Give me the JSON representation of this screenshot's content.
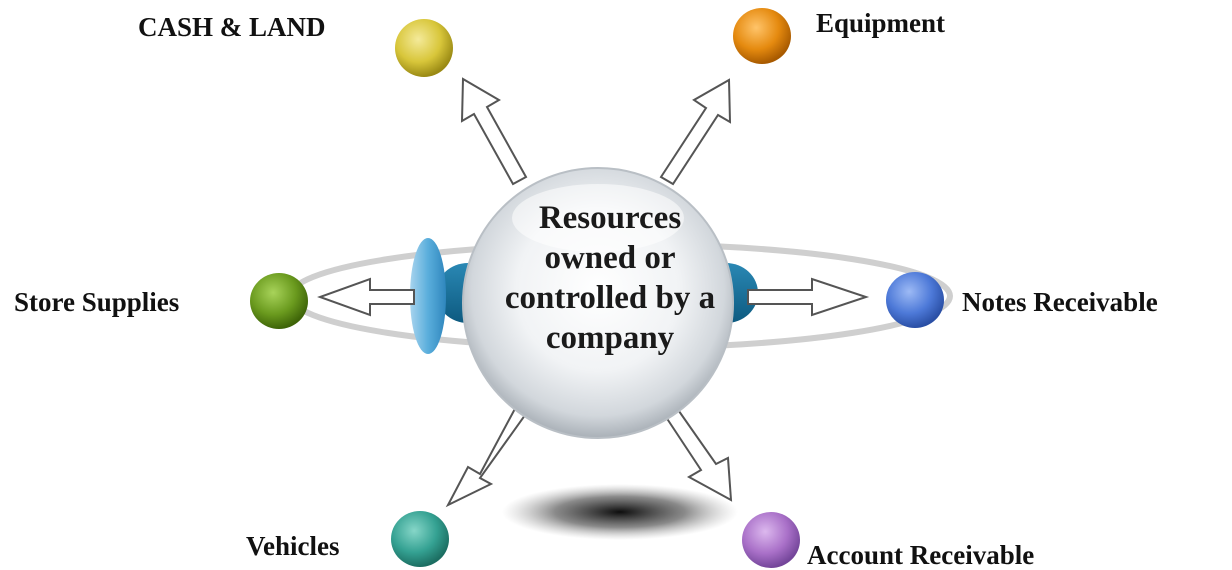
{
  "center": {
    "lines": [
      "Resources",
      "owned or",
      "controlled by a",
      "company"
    ]
  },
  "nodes": [
    {
      "key": "cash_land",
      "label": "CASH & LAND",
      "color": "#d8c63a"
    },
    {
      "key": "equipment",
      "label": "Equipment",
      "color": "#e58a0f"
    },
    {
      "key": "store_supplies",
      "label": "Store Supplies",
      "color": "#6a9a1e"
    },
    {
      "key": "notes_receivable",
      "label": "Notes Receivable",
      "color": "#4d79d8"
    },
    {
      "key": "vehicles",
      "label": "Vehicles",
      "color": "#34a192"
    },
    {
      "key": "account_receivable",
      "label": "Account Receivable",
      "color": "#a970c8"
    }
  ]
}
